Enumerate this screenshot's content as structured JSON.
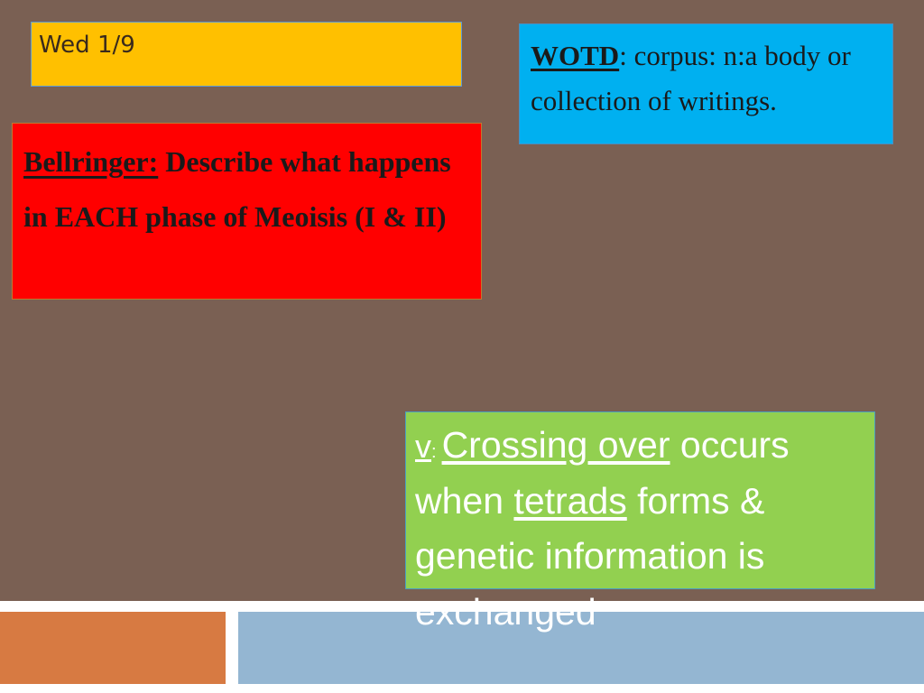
{
  "colors": {
    "background": "#7a6053",
    "date_box": "#ffc000",
    "wotd_box": "#00b0f0",
    "bellringer_box": "#ff0000",
    "crossing_box": "#92d050",
    "footer_orange": "#d77a42",
    "footer_blue": "#94b6d2"
  },
  "date": {
    "text": "Wed 1/9"
  },
  "wotd": {
    "label": "WOTD",
    "sep": ":",
    "text": " corpus: n:a body or collection of writings."
  },
  "bellringer": {
    "label": "Bellringer:",
    "text": " Describe what happens in EACH phase of Meoisis (I & II)"
  },
  "crossing": {
    "marker": "v",
    "colon": ":",
    "term": "Crossing over",
    "text1": " occurs when ",
    "term2": "tetrads",
    "text2": " forms & genetic information is exchanged"
  }
}
